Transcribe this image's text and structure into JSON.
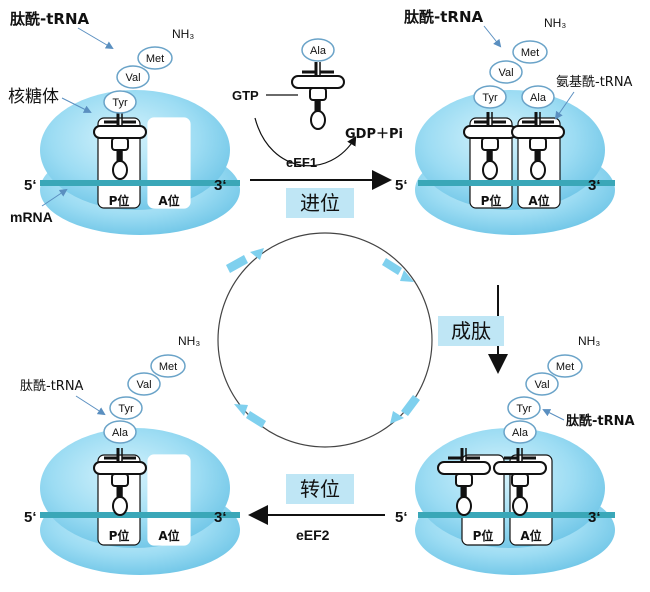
{
  "labels": {
    "peptidyl_trna": "肽酰-tRNA",
    "aminoacyl_trna": "氨基酰-tRNA",
    "ribosome": "核糖体",
    "mrna": "mRNA",
    "five_prime": "5‘",
    "three_prime": "3‘",
    "p_site": "P位",
    "a_site": "A位",
    "nh3": "NH₃"
  },
  "amino_acids": {
    "tyr": "Tyr",
    "val": "Val",
    "met": "Met",
    "ala": "Ala"
  },
  "steps": {
    "entry": "进位",
    "peptide_bond": "成肽",
    "translocation": "转位"
  },
  "factors": {
    "gtp": "GTP",
    "gdp_pi": "GDP＋Pi",
    "eef1": "eEF1",
    "eef2": "eEF2"
  },
  "colors": {
    "ribosome": "#8fd8f0",
    "mrna": "#3aa7b8",
    "cycle_arrow": "#7fd0ee",
    "step_box": "#bfe6f5"
  }
}
